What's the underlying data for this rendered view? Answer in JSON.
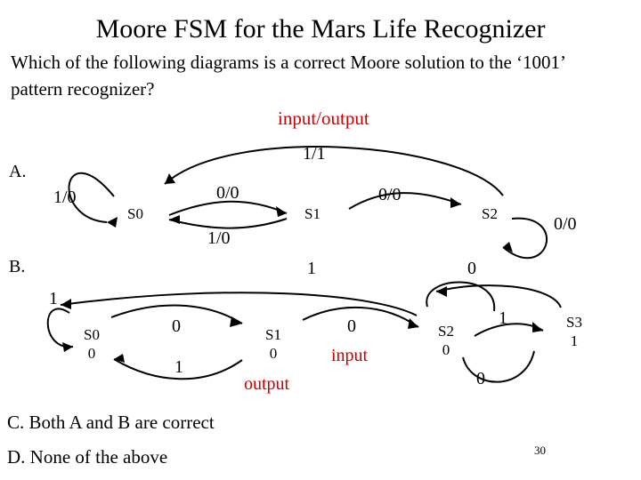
{
  "title": "Moore FSM for the Mars Life Recognizer",
  "question": {
    "line1": "Which of the following diagrams is a correct Moore solution to the ‘1001’",
    "line2": "pattern recognizer?"
  },
  "legend_top": "input/output",
  "diagram_a": {
    "label": "A.",
    "states": [
      "S0",
      "S1",
      "S2"
    ],
    "edges": {
      "s0_self": "1/0",
      "s0_s1": "0/0",
      "s1_s0": "1/0",
      "s1_s2": "0/0",
      "s2_self": "0/0",
      "s2_s0": "1/1"
    }
  },
  "diagram_b": {
    "label": "B.",
    "states": [
      {
        "name": "S0",
        "output": "0"
      },
      {
        "name": "S1",
        "output": "0"
      },
      {
        "name": "S2",
        "output": "0"
      },
      {
        "name": "S3",
        "output": "1"
      }
    ],
    "edges": {
      "s0_self": "1",
      "s0_s1": "0",
      "s1_s0": "1",
      "s1_s2": "0",
      "s1_s0_top": "1",
      "s2_s3": "1",
      "s2_self": "0",
      "s3_s2": "0"
    },
    "annotations": {
      "input": "input",
      "output": "output"
    }
  },
  "options": {
    "c": "C. Both A and B are correct",
    "d": "D.  None of the above"
  },
  "page_number": "30",
  "colors": {
    "annotation": "#cc0000",
    "ink": "#000000"
  }
}
